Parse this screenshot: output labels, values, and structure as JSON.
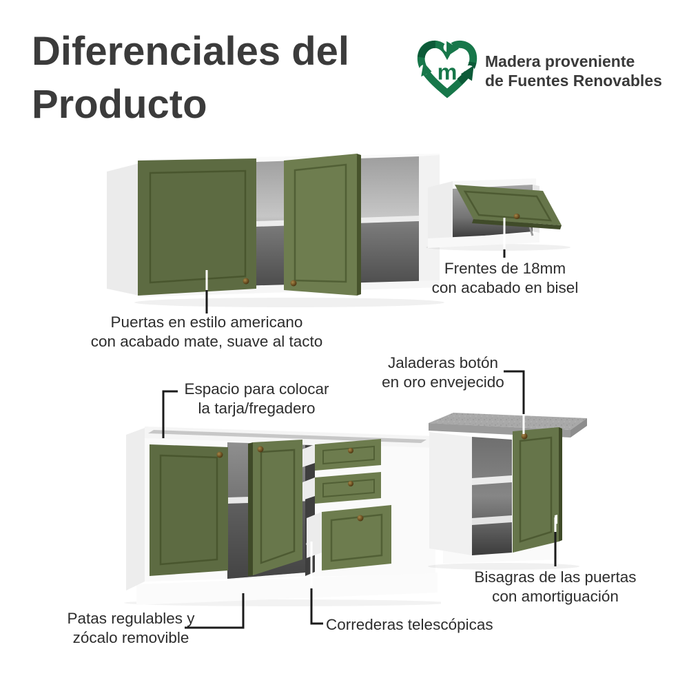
{
  "page": {
    "title": {
      "line1": "Diferenciales del",
      "line2": "Producto"
    }
  },
  "badge": {
    "icon": "recycle-heart-m-icon",
    "icon_letter": "m",
    "line1": "Madera proveniente",
    "line2": "de Fuentes Renovables"
  },
  "callouts": {
    "puertas": {
      "line1": "Puertas en estilo americano",
      "line2": "con acabado mate, suave al tacto"
    },
    "frentes": {
      "line1": "Frentes de 18mm",
      "line2": "con acabado en bisel"
    },
    "jaladeras": {
      "line1": "Jaladeras botón",
      "line2": "en oro envejecido"
    },
    "espacio": {
      "line1": "Espacio para colocar",
      "line2": "la tarja/fregadero"
    },
    "patas": {
      "line1": "Patas regulables y",
      "line2": "zócalo removible"
    },
    "correderas": {
      "line1": "Correderas telescópicas"
    },
    "bisagras": {
      "line1": "Bisagras de las puertas",
      "line2": "con amortiguación"
    }
  },
  "illustrations": {
    "wall_cabinet": "wall-cabinet-two-doors-open",
    "flip_up_cabinet": "horizontal-flip-up-cabinet",
    "sink_base_cabinet": "sink-base-cabinet-doors-and-drawers",
    "countertop_base_cabinet": "base-cabinet-with-countertop-open-door"
  },
  "colors": {
    "door_green": "#5d6b42",
    "door_green_light": "#6e7d4f",
    "door_edge_dark": "#3f4a28",
    "logo_green": "#17774a",
    "logo_green_dark": "#0c5a38",
    "title_text": "#3b3b3b",
    "label_text": "#2d2d2d",
    "connector": "#1b1b1b",
    "countertop_gray": "#a9a9a9",
    "knob_brass": "#7a5c28"
  }
}
